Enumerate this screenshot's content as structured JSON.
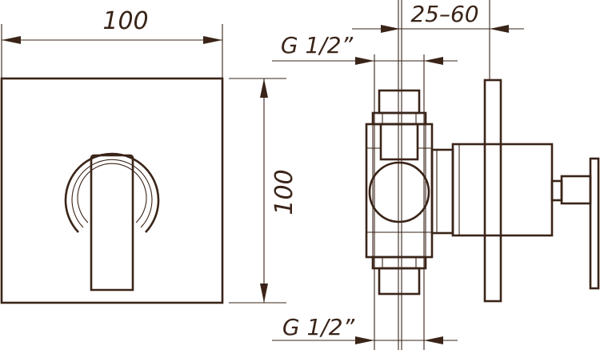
{
  "dimensions": {
    "front_width": "100",
    "front_height": "100",
    "depth_range": "25–60",
    "thread_top": "G 1/2”",
    "thread_bottom": "G 1/2”"
  },
  "colors": {
    "line": "#3a2418",
    "background": "#ffffff"
  }
}
